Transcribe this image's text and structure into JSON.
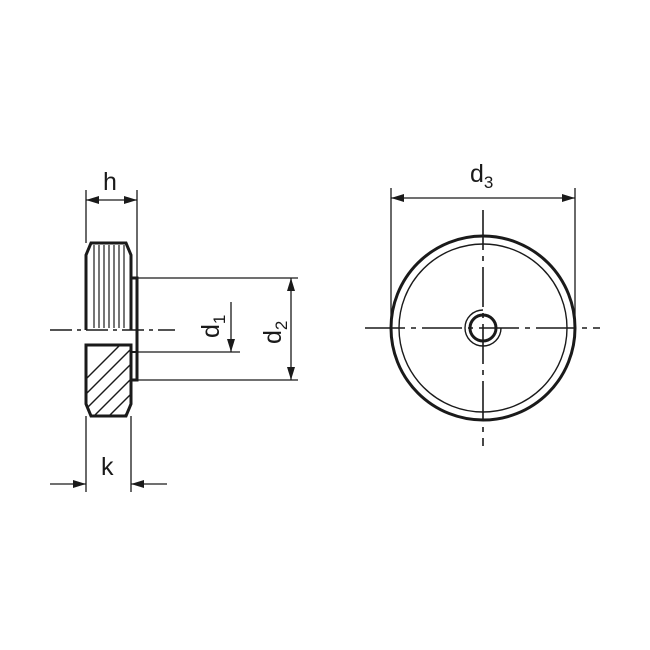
{
  "labels": {
    "h": "h",
    "k": "k",
    "d1": {
      "base": "d",
      "sub": "1"
    },
    "d2": {
      "base": "d",
      "sub": "2"
    },
    "d3": {
      "base": "d",
      "sub": "3"
    }
  },
  "colors": {
    "line": "#1a1a1a",
    "background": "#ffffff"
  }
}
